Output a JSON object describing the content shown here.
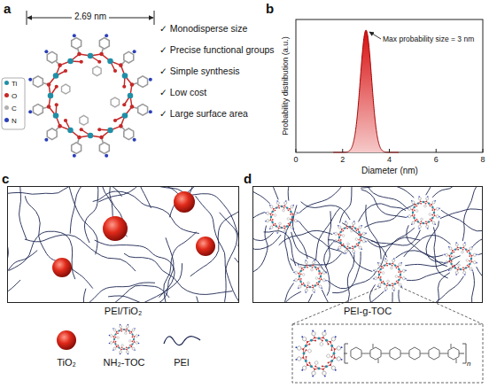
{
  "diagram": {
    "nodes": [
      {
        "text": [
          "PEI/TiO₂"
        ]
      },
      {
        "text": [
          "PEI-g-TOC"
        ]
      }
    ],
    "labels": [
      "a",
      "2.69 nm",
      "✓ Monodisperse size",
      "✓ Precise functional groups",
      "✓ Simple synthesis",
      "✓ Low cost",
      "✓ Large surface area",
      "b",
      "Probability distribution (a.u.)",
      "Max probability size = 3 nm",
      "0",
      "2",
      "4",
      "6",
      "8",
      "Diameter (nm)",
      "c",
      "d",
      "n"
    ],
    "legend": [
      {
        "text": "Ti",
        "color": "#1f8fa8"
      },
      {
        "text": "O",
        "color": "#c62828"
      },
      {
        "text": "C",
        "color": "#b0b0b0"
      },
      {
        "text": "N",
        "color": "#2a3fb8"
      },
      {
        "text": "TiO₂"
      },
      {
        "text": "NH₂-TOC"
      },
      {
        "text": "PEI"
      }
    ]
  }
}
